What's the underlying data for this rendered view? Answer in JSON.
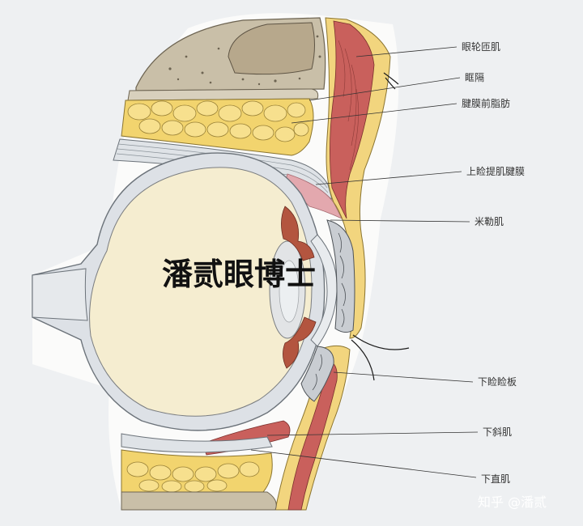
{
  "labels": {
    "orbicularis": "眼轮匝肌",
    "orbital_septum": "眶隔",
    "preaponeurotic_fat": "腱膜前脂肪",
    "levator_aponeurosis": "上睑提肌腱膜",
    "muller_muscle": "米勒肌",
    "lower_tarsus": "下睑睑板",
    "inferior_oblique": "下斜肌",
    "inferior_rectus": "下直肌"
  },
  "watermark": "潘贰眼博士",
  "credit": "知乎 @潘贰",
  "colors": {
    "background": "#eef0f2",
    "eyeball": "#f5edd0",
    "sclera": "#dde1e6",
    "fat": "#f2d46e",
    "skin": "#f2d57e",
    "muscle": "#c9605c",
    "tendon": "#e3a8ae",
    "bone": "#b5aa93"
  }
}
